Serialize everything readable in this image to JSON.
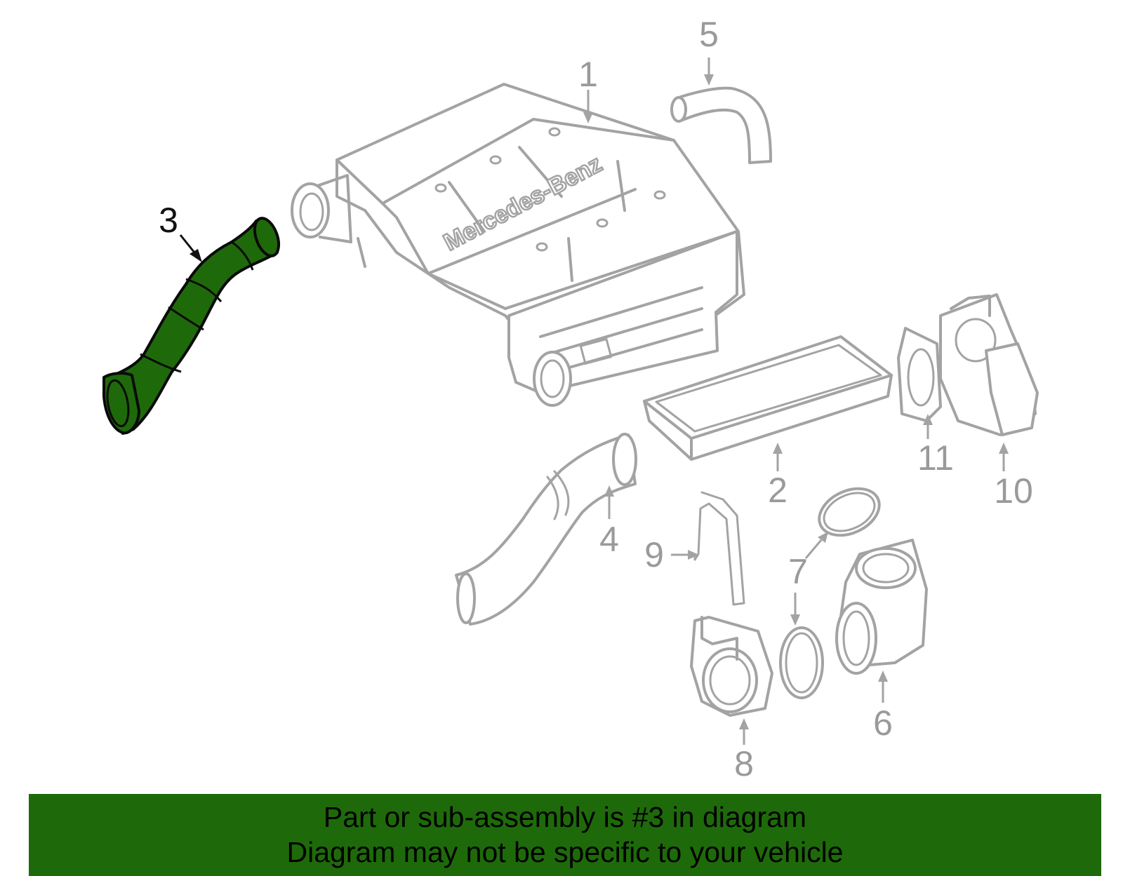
{
  "diagram": {
    "highlighted_callout": "3",
    "highlight_color": "#1e6a0a",
    "part_color": "#a3a3a3",
    "brand_marking": "Mercedes-Benz",
    "callouts": [
      "1",
      "2",
      "3",
      "4",
      "5",
      "6",
      "7",
      "8",
      "9",
      "10",
      "11"
    ]
  },
  "banner": {
    "line1": "Part or sub-assembly is #3 in diagram",
    "line2": "Diagram may not be specific to your vehicle",
    "background": "#1e6a0a"
  }
}
